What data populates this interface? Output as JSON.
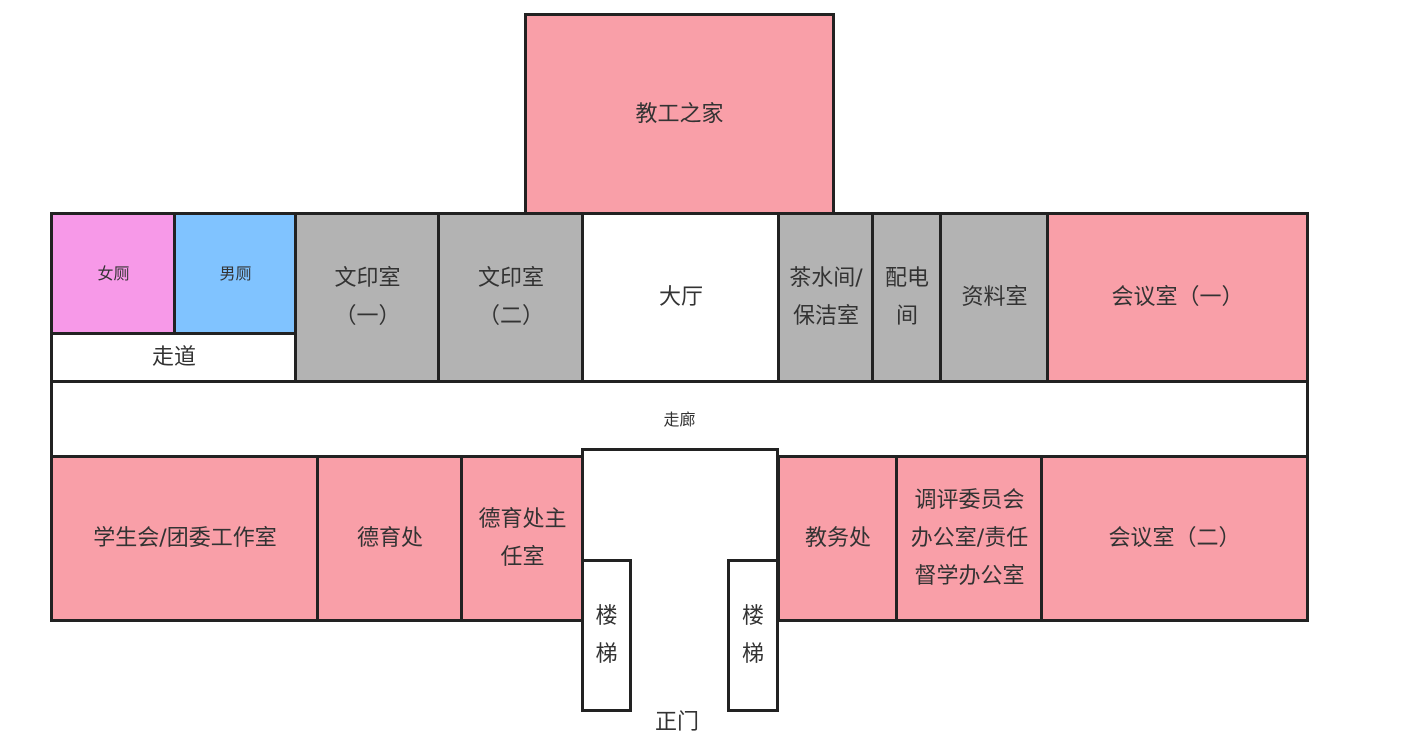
{
  "title": "",
  "rooms": {
    "staff_home": "教工之家",
    "womens_restroom": "女厕",
    "mens_restroom": "男厕",
    "aisle": "走道",
    "print_room_1": "文印室\n（一）",
    "print_room_2": "文印室\n（二）",
    "hall": "大厅",
    "tea_room": "茶水间/\n保洁室",
    "power_room": "配电\n间",
    "archive_room": "资料室",
    "meeting_room_1": "会议室（一）",
    "corridor": "走廊",
    "student_union": "学生会/团委工作室",
    "moral_office": "德育处",
    "moral_director": "德育处主\n任室",
    "academic_office": "教务处",
    "committee_office": "调评委员会\n办公室/责任\n督学办公室",
    "meeting_room_2": "会议室（二）",
    "stairs_left": "楼\n梯",
    "stairs_right": "楼\n梯",
    "main_gate": "正门"
  },
  "colors": {
    "office": "#f99fa8",
    "utility": "#b3b3b3",
    "womens": "#f799e8",
    "mens": "#80c3ff"
  }
}
